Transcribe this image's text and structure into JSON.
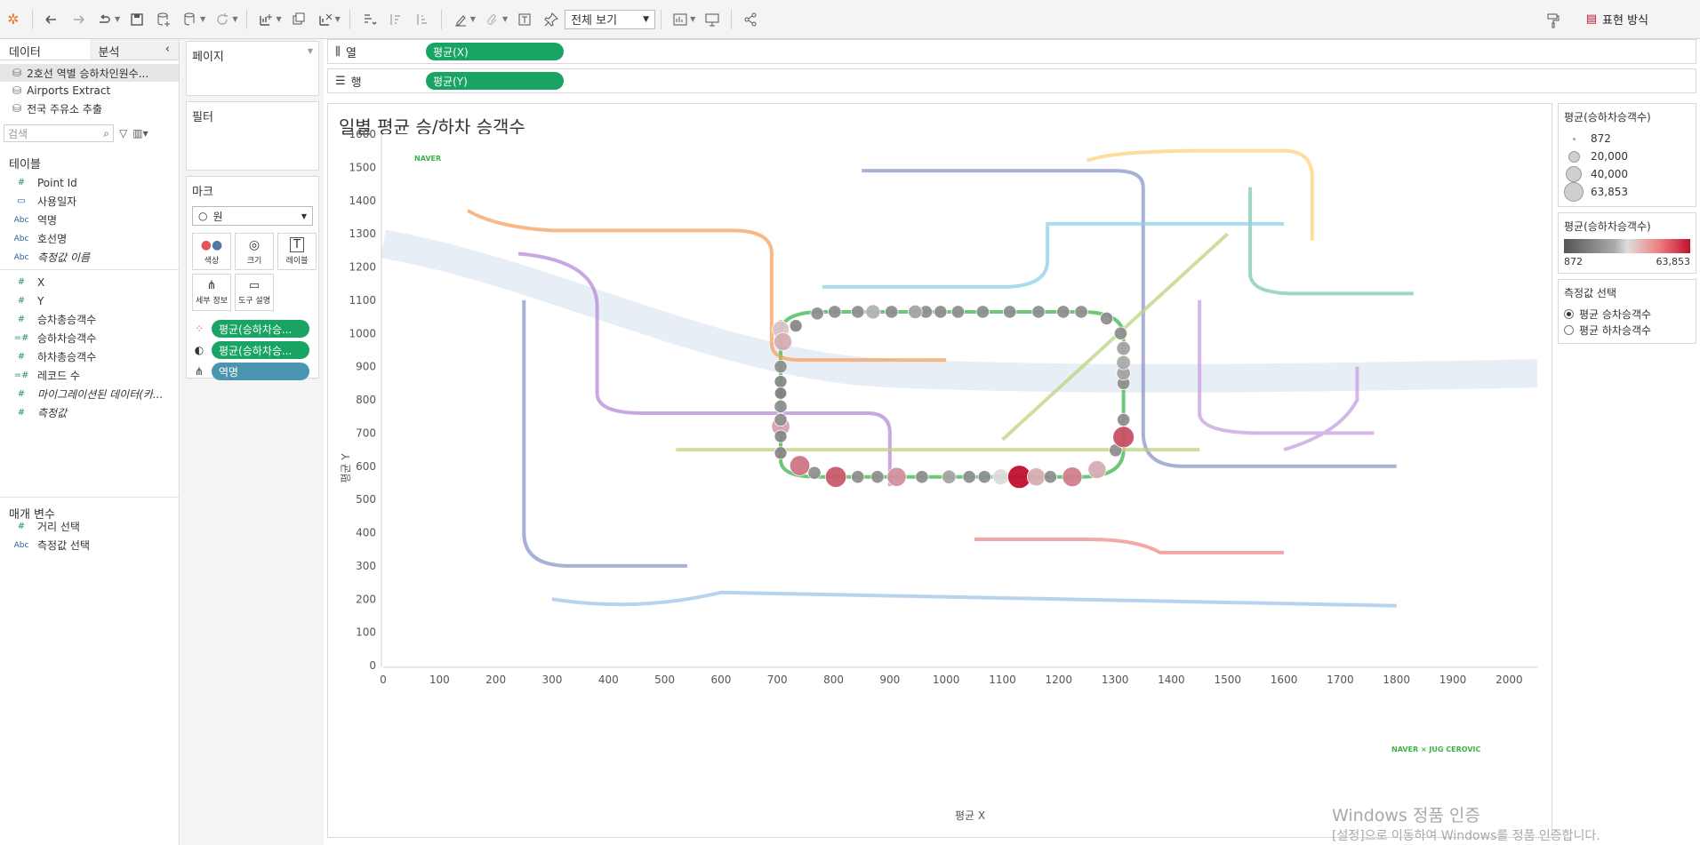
{
  "toolbar": {
    "view_select": "전체 보기",
    "show_me": "표현 방식"
  },
  "left": {
    "tab_data": "데이터",
    "tab_analysis": "분석",
    "datasources": [
      "2호선 역별 승하차인원수...",
      "Airports Extract",
      "전국 주유소 추출"
    ],
    "search_placeholder": "검색",
    "tables_title": "테이블",
    "fields": [
      {
        "icon": "#",
        "label": "Point Id",
        "kind": "num"
      },
      {
        "icon": "▭",
        "label": "사용일자",
        "kind": "date"
      },
      {
        "icon": "Abc",
        "label": "역명",
        "kind": "abc"
      },
      {
        "icon": "Abc",
        "label": "호선명",
        "kind": "abc"
      },
      {
        "icon": "Abc",
        "label": "측정값 이름",
        "kind": "abc",
        "italic": true
      },
      {
        "icon": "#",
        "label": "X",
        "kind": "num"
      },
      {
        "icon": "#",
        "label": "Y",
        "kind": "num"
      },
      {
        "icon": "#",
        "label": "승차총승객수",
        "kind": "num"
      },
      {
        "icon": "=#",
        "label": "승하차승객수",
        "kind": "num"
      },
      {
        "icon": "#",
        "label": "하차총승객수",
        "kind": "num"
      },
      {
        "icon": "=#",
        "label": "레코드 수",
        "kind": "num"
      },
      {
        "icon": "#",
        "label": "마이그레이션된 데이터(카...",
        "kind": "num",
        "italic": true
      },
      {
        "icon": "#",
        "label": "측정값",
        "kind": "num",
        "italic": true
      }
    ],
    "params_title": "매개 변수",
    "params": [
      {
        "icon": "#",
        "label": "거리 선택",
        "kind": "num"
      },
      {
        "icon": "Abc",
        "label": "측정값 선택",
        "kind": "abc"
      }
    ]
  },
  "mid": {
    "pages": "페이지",
    "filters": "필터",
    "marks": "마크",
    "mark_type": "원",
    "mark_buttons": [
      "색상",
      "크기",
      "레이블",
      "세부 정보",
      "도구 설명"
    ],
    "mark_pills": [
      "평균(승하차승...",
      "평균(승하차승...",
      "역명"
    ]
  },
  "shelves": {
    "columns_label": "열",
    "columns_pill": "평균(X)",
    "rows_label": "행",
    "rows_pill": "평균(Y)"
  },
  "viz": {
    "title": "일별 평균 승/하차 승객수",
    "xlabel": "평균 X",
    "ylabel": "평균 Y",
    "naver_top": "NAVER",
    "credit": "NAVER × JUG CEROVIC"
  },
  "legend_size": {
    "title": "평균(승하차승객수)",
    "items": [
      "872",
      "20,000",
      "40,000",
      "63,853"
    ]
  },
  "legend_color": {
    "title": "평균(승하차승객수)",
    "min": "872",
    "max": "63,853",
    "colors": [
      "#555555",
      "#dddddd",
      "#c0102e"
    ]
  },
  "measure_select": {
    "title": "측정값 선택",
    "options": [
      "평균 승차승객수",
      "평균 하차승객수"
    ],
    "selected": 0
  },
  "watermark": {
    "line1": "Windows 정품 인증",
    "line2": "[설정]으로 이동하여 Windows를 정품 인증합니다."
  },
  "chart_data": {
    "type": "scatter",
    "xlabel": "평균 X",
    "ylabel": "평균 Y",
    "xlim": [
      0,
      2050
    ],
    "ylim": [
      0,
      1600
    ],
    "xticks": [
      0,
      100,
      200,
      300,
      400,
      500,
      600,
      700,
      800,
      900,
      1000,
      1100,
      1200,
      1300,
      1400,
      1500,
      1600,
      1700,
      1800,
      1900,
      2000
    ],
    "yticks": [
      0,
      100,
      200,
      300,
      400,
      500,
      600,
      700,
      800,
      900,
      1000,
      1100,
      1200,
      1300,
      1400,
      1500,
      1600
    ],
    "points": [
      {
        "x": 706,
        "y": 1012,
        "v": 25000
      },
      {
        "x": 733,
        "y": 1023,
        "v": 8000
      },
      {
        "x": 710,
        "y": 975,
        "v": 30000
      },
      {
        "x": 706,
        "y": 900,
        "v": 9000
      },
      {
        "x": 706,
        "y": 855,
        "v": 8000
      },
      {
        "x": 706,
        "y": 820,
        "v": 7000
      },
      {
        "x": 706,
        "y": 780,
        "v": 9000
      },
      {
        "x": 706,
        "y": 720,
        "v": 32000
      },
      {
        "x": 706,
        "y": 740,
        "v": 9000
      },
      {
        "x": 706,
        "y": 690,
        "v": 8000
      },
      {
        "x": 706,
        "y": 640,
        "v": 8000
      },
      {
        "x": 740,
        "y": 602,
        "v": 42000
      },
      {
        "x": 766,
        "y": 580,
        "v": 9000
      },
      {
        "x": 804,
        "y": 568,
        "v": 48000
      },
      {
        "x": 843,
        "y": 568,
        "v": 9000
      },
      {
        "x": 878,
        "y": 568,
        "v": 9000
      },
      {
        "x": 912,
        "y": 568,
        "v": 36000
      },
      {
        "x": 957,
        "y": 568,
        "v": 9000
      },
      {
        "x": 1005,
        "y": 568,
        "v": 12000
      },
      {
        "x": 1041,
        "y": 568,
        "v": 9000
      },
      {
        "x": 1068,
        "y": 568,
        "v": 9000
      },
      {
        "x": 1097,
        "y": 568,
        "v": 20000
      },
      {
        "x": 1130,
        "y": 568,
        "v": 63853
      },
      {
        "x": 1160,
        "y": 568,
        "v": 30000
      },
      {
        "x": 1185,
        "y": 568,
        "v": 9000
      },
      {
        "x": 1224,
        "y": 568,
        "v": 40000
      },
      {
        "x": 1268,
        "y": 590,
        "v": 30000
      },
      {
        "x": 1301,
        "y": 648,
        "v": 9000
      },
      {
        "x": 1315,
        "y": 688,
        "v": 50000
      },
      {
        "x": 1315,
        "y": 740,
        "v": 9000
      },
      {
        "x": 1315,
        "y": 850,
        "v": 9000
      },
      {
        "x": 1315,
        "y": 880,
        "v": 12000
      },
      {
        "x": 1315,
        "y": 912,
        "v": 13000
      },
      {
        "x": 1315,
        "y": 955,
        "v": 12000
      },
      {
        "x": 1310,
        "y": 1000,
        "v": 9000
      },
      {
        "x": 1285,
        "y": 1045,
        "v": 9000
      },
      {
        "x": 1240,
        "y": 1065,
        "v": 9000
      },
      {
        "x": 1208,
        "y": 1065,
        "v": 9000
      },
      {
        "x": 1164,
        "y": 1065,
        "v": 9000
      },
      {
        "x": 1113,
        "y": 1065,
        "v": 9000
      },
      {
        "x": 1065,
        "y": 1065,
        "v": 9000
      },
      {
        "x": 1021,
        "y": 1065,
        "v": 9000
      },
      {
        "x": 990,
        "y": 1065,
        "v": 9000
      },
      {
        "x": 964,
        "y": 1065,
        "v": 9000
      },
      {
        "x": 945,
        "y": 1065,
        "v": 12000
      },
      {
        "x": 903,
        "y": 1065,
        "v": 9000
      },
      {
        "x": 870,
        "y": 1065,
        "v": 14000
      },
      {
        "x": 843,
        "y": 1065,
        "v": 9000
      },
      {
        "x": 802,
        "y": 1065,
        "v": 9000
      },
      {
        "x": 771,
        "y": 1060,
        "v": 9000
      }
    ]
  }
}
